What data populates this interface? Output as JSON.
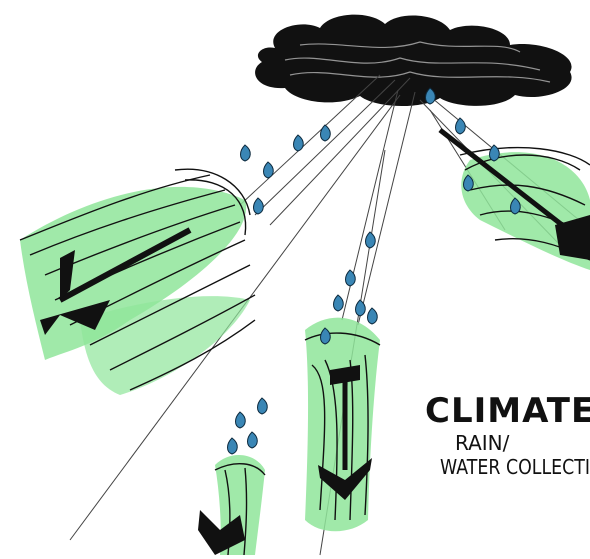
{
  "caption": {
    "title": "CLIMATE:",
    "line1": "RAIN/",
    "line2": "WATER COLLECTI"
  },
  "palette": {
    "ink": "#111111",
    "green": "#7fdc8a",
    "drop": "#3a86b5"
  },
  "subjects": [
    "cloud",
    "rain-drops",
    "funnel-left",
    "funnel-right",
    "funnel-center",
    "funnel-small"
  ]
}
